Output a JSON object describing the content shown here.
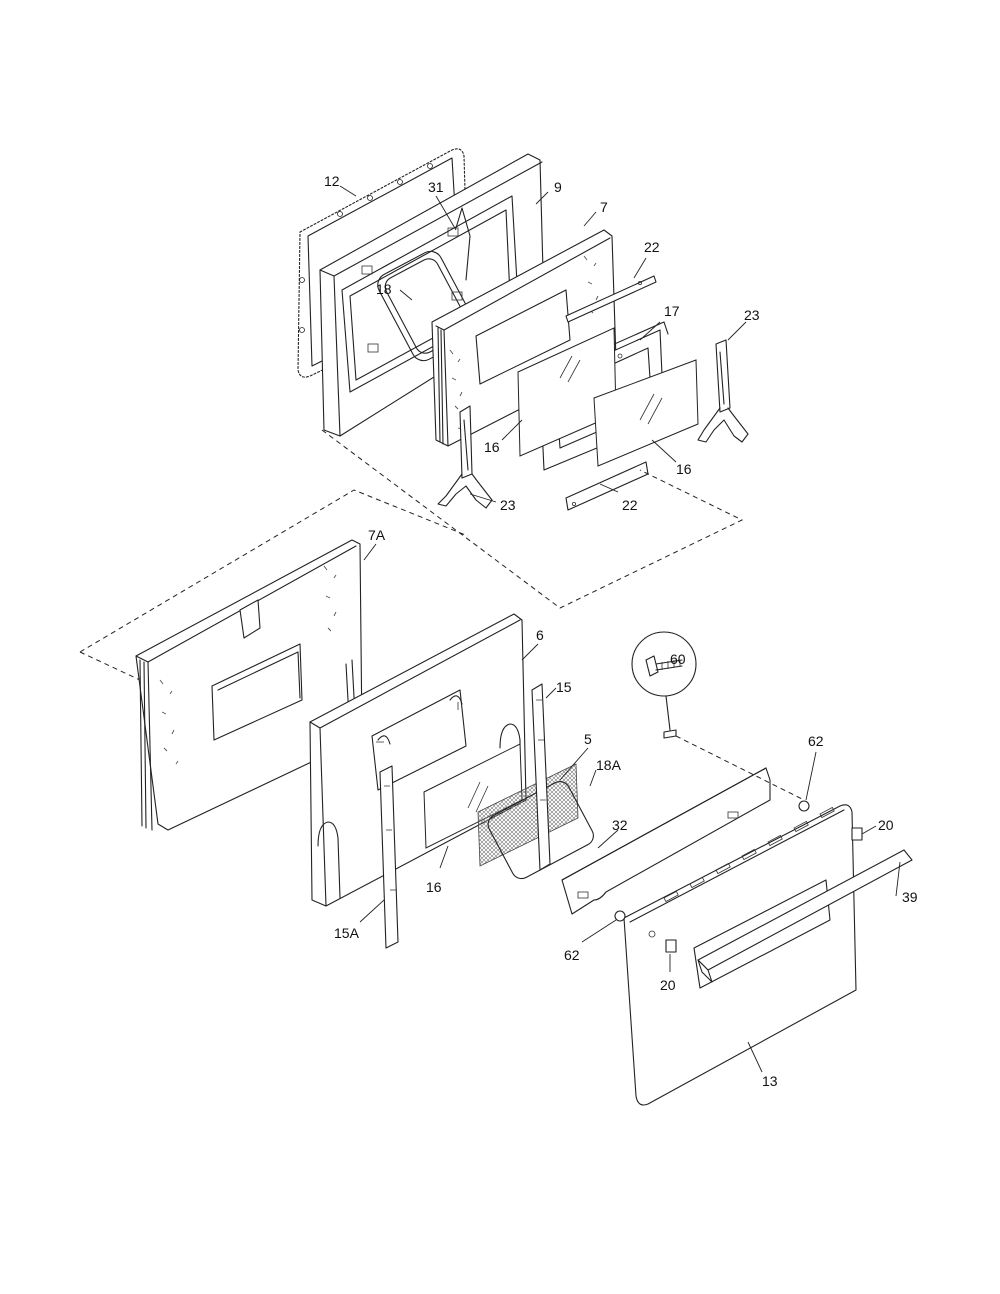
{
  "callouts": {
    "c12": "12",
    "c31": "31",
    "c9": "9",
    "c7": "7",
    "c22a": "22",
    "c18": "18",
    "c17": "17",
    "c23a": "23",
    "c16a": "16",
    "c16b": "16",
    "c23b": "23",
    "c22b": "22",
    "c7a": "7A",
    "c6": "6",
    "c15": "15",
    "c5": "5",
    "c18a": "18A",
    "c60": "60",
    "c62a": "62",
    "c20a": "20",
    "c32": "32",
    "c39": "39",
    "c16c": "16",
    "c15a": "15A",
    "c62b": "62",
    "c20b": "20",
    "c13": "13"
  }
}
